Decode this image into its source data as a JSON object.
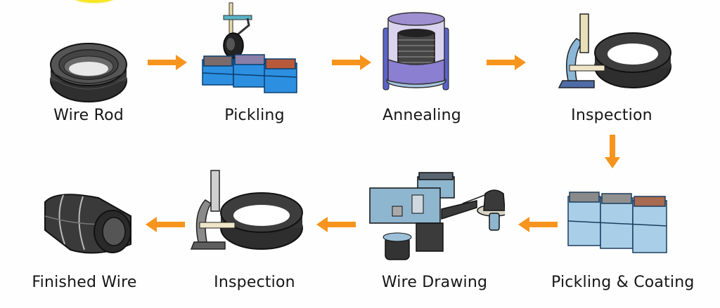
{
  "diagram": {
    "title": "Wire Manufacturing Process Flow",
    "arrow_color": "#f7941d",
    "rows": [
      {
        "direction": "left-to-right",
        "steps": [
          {
            "id": "wire-rod",
            "label": "Wire Rod",
            "icon": "wire-coil-icon"
          },
          {
            "id": "pickling",
            "label": "Pickling",
            "icon": "pickling-tanks-icon"
          },
          {
            "id": "annealing",
            "label": "Annealing",
            "icon": "annealing-furnace-icon"
          },
          {
            "id": "inspection-1",
            "label": "Inspection",
            "icon": "microscope-coil-icon"
          }
        ]
      },
      {
        "direction": "right-to-left",
        "steps": [
          {
            "id": "pickling-coating",
            "label": "Pickling & Coating",
            "icon": "pickling-tanks-icon"
          },
          {
            "id": "wire-drawing",
            "label": "Wire Drawing",
            "icon": "wire-drawing-machine-icon"
          },
          {
            "id": "inspection-2",
            "label": "Inspection",
            "icon": "microscope-coil-icon"
          },
          {
            "id": "finished-wire",
            "label": "Finished Wire",
            "icon": "finished-wire-spool-icon"
          }
        ]
      }
    ],
    "connections": [
      {
        "from": "Wire Rod",
        "to": "Pickling",
        "direction": "right"
      },
      {
        "from": "Pickling",
        "to": "Annealing",
        "direction": "right"
      },
      {
        "from": "Annealing",
        "to": "Inspection",
        "direction": "right"
      },
      {
        "from": "Inspection",
        "to": "Pickling & Coating",
        "direction": "down"
      },
      {
        "from": "Pickling & Coating",
        "to": "Wire Drawing",
        "direction": "left"
      },
      {
        "from": "Wire Drawing",
        "to": "Inspection",
        "direction": "left"
      },
      {
        "from": "Inspection",
        "to": "Finished Wire",
        "direction": "left"
      }
    ]
  }
}
